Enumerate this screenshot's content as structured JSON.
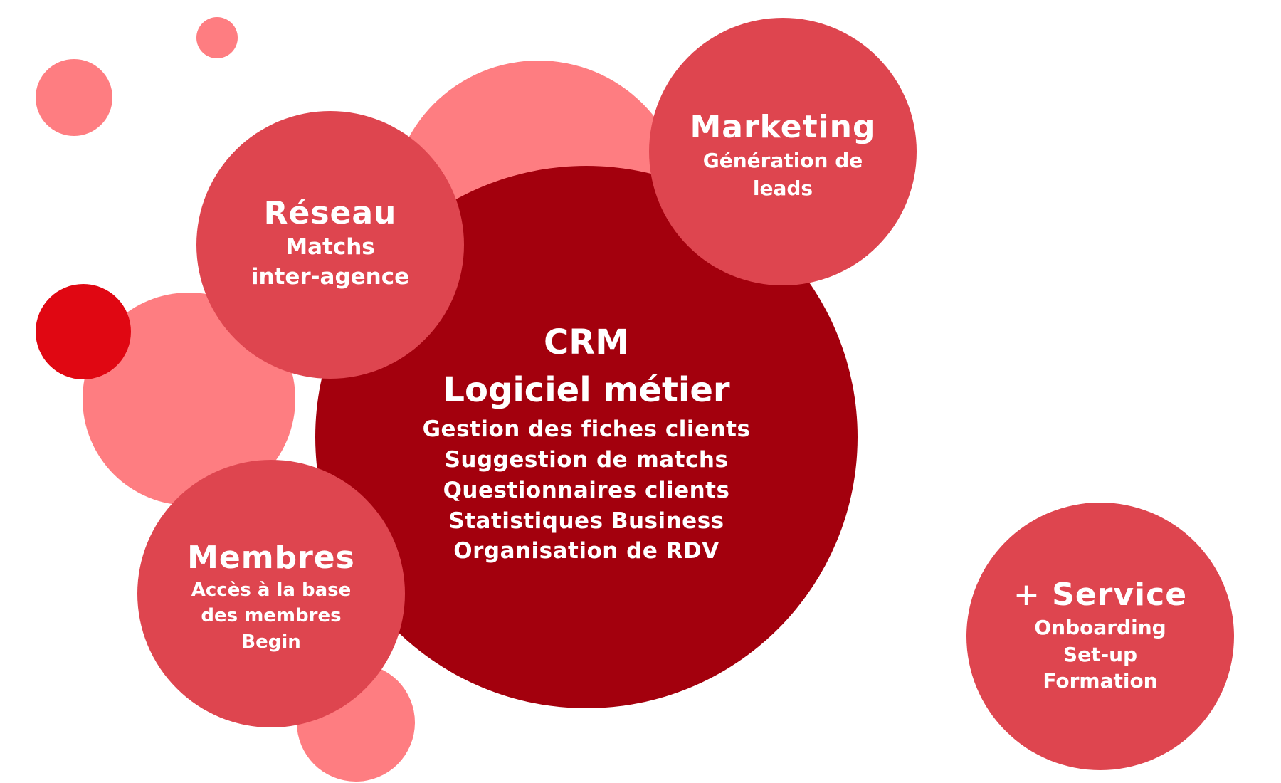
{
  "colors": {
    "light_bubble": "#fe7d81",
    "accent_bubble": "#e00712",
    "mid_bubble": "#de454f",
    "core_bubble": "#a3000d",
    "text": "#ffffff"
  },
  "core": {
    "title_1": "CRM",
    "title_2": "Logiciel métier",
    "items": [
      "Gestion des fiches clients",
      "Suggestion de matchs",
      "Questionnaires clients",
      "Statistiques Business",
      "Organisation de RDV"
    ]
  },
  "reseau": {
    "title": "Réseau",
    "lines": [
      "Matchs",
      "inter-agence"
    ]
  },
  "marketing": {
    "title": "Marketing",
    "lines": [
      "Génération de",
      "leads"
    ]
  },
  "membres": {
    "title": "Membres",
    "lines": [
      "Accès à la base",
      "des membres",
      "Begin"
    ]
  },
  "service": {
    "title": "+ Service",
    "lines": [
      "Onboarding",
      "Set-up",
      "Formation"
    ]
  }
}
